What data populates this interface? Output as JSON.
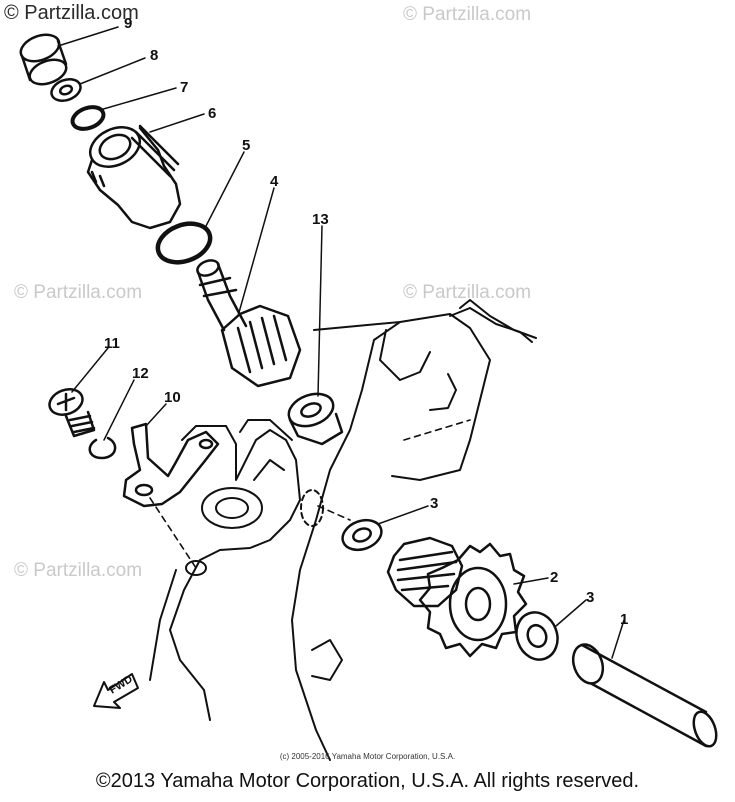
{
  "watermarks": {
    "top_left": "© Partzilla.com",
    "faded": "© Partzilla.com"
  },
  "callouts": [
    "9",
    "8",
    "7",
    "6",
    "5",
    "4",
    "13",
    "11",
    "12",
    "10",
    "3",
    "2",
    "3",
    "1"
  ],
  "fwd_label": "FWD",
  "small_copyright": "(c) 2005-2016 Yamaha Motor Corporation, U.S.A.",
  "footer": "©2013 Yamaha Motor Corporation, U.S.A. All rights reserved."
}
